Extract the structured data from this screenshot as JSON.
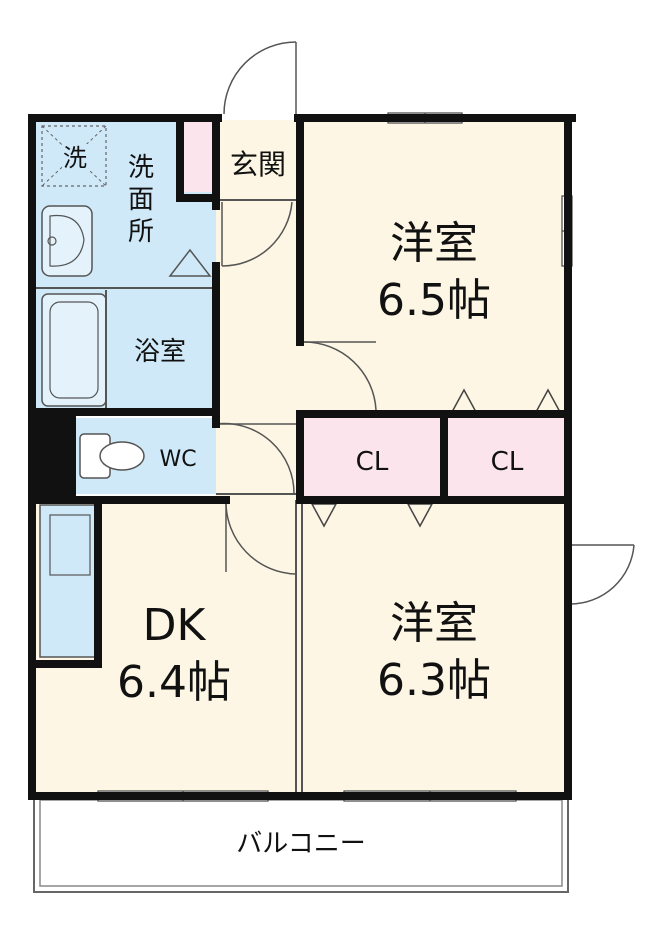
{
  "colors": {
    "room": "#fdf6e4",
    "wet": "#cfe9f8",
    "closet": "#fbe4ec",
    "wall": "#111111",
    "line": "#555555"
  },
  "rooms": {
    "western1": {
      "name": "洋室",
      "size": "6.5帖"
    },
    "western2": {
      "name": "洋室",
      "size": "6.3帖"
    },
    "dk": {
      "name": "DK",
      "size": "6.4帖"
    },
    "entrance": "玄関",
    "washroom": "洗面所",
    "washer": "洗",
    "bath": "浴室",
    "wc": "WC",
    "closet1": "CL",
    "closet2": "CL",
    "balcony": "バルコニー"
  }
}
